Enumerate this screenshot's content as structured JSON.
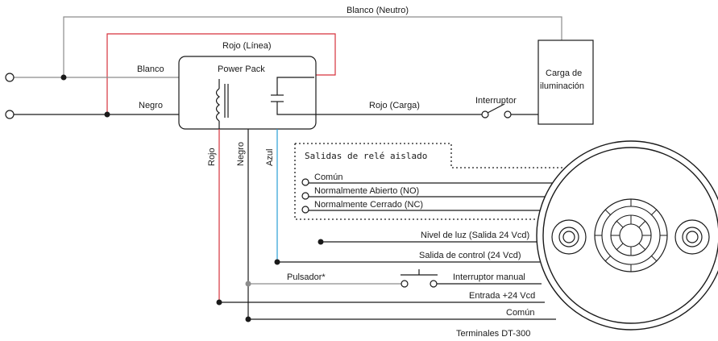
{
  "labels": {
    "blanco_neutro": "Blanco (Neutro)",
    "rojo_linea": "Rojo (Línea)",
    "blanco": "Blanco",
    "power_pack": "Power Pack",
    "negro": "Negro",
    "rojo_carga": "Rojo (Carga)",
    "interruptor": "Interruptor",
    "carga_line1": "Carga de",
    "carga_line2": "iluminación",
    "rojo_v": "Rojo",
    "negro_v": "Negro",
    "azul_v": "Azul",
    "salidas_rele": "Salidas de relé aislado",
    "comun_relay": "Común",
    "normalmente_abierto": "Normalmente Abierto (NO)",
    "normalmente_cerrado": "Normalmente Cerrado (NC)",
    "nivel_luz": "Nivel de luz (Salida 24 Vcd)",
    "salida_control": "Salida de control (24 Vcd)",
    "pulsador": "Pulsador*",
    "interruptor_manual": "Interruptor manual",
    "entrada_24": "Entrada +24 Vcd",
    "comun_bottom": "Común",
    "terminales": "Terminales DT-300"
  },
  "colors": {
    "black_wire": "#1a1a1a",
    "gray_wire": "#8c8c8c",
    "red_wire": "#d6323c",
    "blue_wire": "#2a9fd6"
  }
}
